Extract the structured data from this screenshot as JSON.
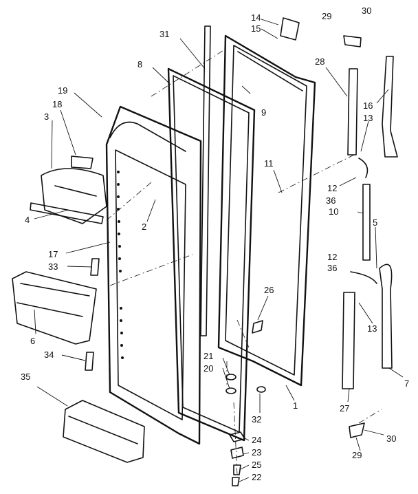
{
  "diagram": {
    "callouts": [
      {
        "key": "c14",
        "text": "14"
      },
      {
        "key": "c15",
        "text": "15"
      },
      {
        "key": "c29a",
        "text": "29"
      },
      {
        "key": "c30a",
        "text": "30"
      },
      {
        "key": "c31",
        "text": "31"
      },
      {
        "key": "c8",
        "text": "8"
      },
      {
        "key": "c28",
        "text": "28"
      },
      {
        "key": "c9",
        "text": "9"
      },
      {
        "key": "c19",
        "text": "19"
      },
      {
        "key": "c18",
        "text": "18"
      },
      {
        "key": "c3",
        "text": "3"
      },
      {
        "key": "c16",
        "text": "16"
      },
      {
        "key": "c13a",
        "text": "13"
      },
      {
        "key": "c11",
        "text": "11"
      },
      {
        "key": "c12a",
        "text": "12"
      },
      {
        "key": "c36a",
        "text": "36"
      },
      {
        "key": "c10",
        "text": "10"
      },
      {
        "key": "c2",
        "text": "2"
      },
      {
        "key": "c4",
        "text": "4"
      },
      {
        "key": "c5",
        "text": "5"
      },
      {
        "key": "c17",
        "text": "17"
      },
      {
        "key": "c33",
        "text": "33"
      },
      {
        "key": "c12b",
        "text": "12"
      },
      {
        "key": "c36b",
        "text": "36"
      },
      {
        "key": "c26",
        "text": "26"
      },
      {
        "key": "c13b",
        "text": "13"
      },
      {
        "key": "c6",
        "text": "6"
      },
      {
        "key": "c34",
        "text": "34"
      },
      {
        "key": "c35",
        "text": "35"
      },
      {
        "key": "c21",
        "text": "21"
      },
      {
        "key": "c20",
        "text": "20"
      },
      {
        "key": "c7",
        "text": "7"
      },
      {
        "key": "c27",
        "text": "27"
      },
      {
        "key": "c1",
        "text": "1"
      },
      {
        "key": "c32",
        "text": "32"
      },
      {
        "key": "c30b",
        "text": "30"
      },
      {
        "key": "c24",
        "text": "24"
      },
      {
        "key": "c23",
        "text": "23"
      },
      {
        "key": "c29b",
        "text": "29"
      },
      {
        "key": "c25",
        "text": "25"
      },
      {
        "key": "c22",
        "text": "22"
      }
    ]
  }
}
